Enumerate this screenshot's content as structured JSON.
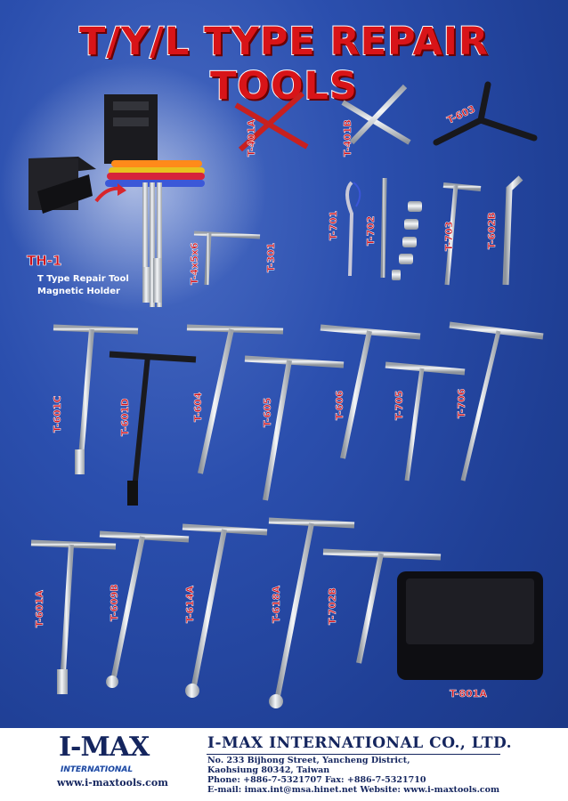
{
  "title": "T/Y/L TYPE REPAIR TOOLS",
  "holder": {
    "code": "TH-1",
    "line1": "T  Type Repair Tool",
    "line2": "Magnetic Holder"
  },
  "products": {
    "t401a": "T-401A",
    "t401b": "T-401B",
    "t603": "T-603",
    "t4x5x6": "T-4x5x6",
    "t301": "T-301",
    "t701": "T-701",
    "t702": "T-702",
    "t703": "T-703",
    "t602b": "T-602B",
    "t601c": "T-601C",
    "t601d": "T-601D",
    "t604": "T-604",
    "t605": "T-605",
    "t606": "T-606",
    "t705": "T-705",
    "t706": "T-706",
    "t601a": "T-601A",
    "t609b": "T-609B",
    "t614a": "T-614A",
    "t618a": "T-618A",
    "t702b": "T-702B",
    "t801a": "T-801A"
  },
  "company": {
    "logo": "I-MAX",
    "logo_sub": "INTERNATIONAL",
    "logo_web": "www.i-maxtools.com",
    "name": "I-MAX INTERNATIONAL CO., LTD.",
    "address1": "No. 233 Bijhong Street, Yancheng District,",
    "address2": "Kaohsiung 80342, Taiwan",
    "phone": "Phone: +886-7-5321707   Fax: +886-7-5321710",
    "email": "E-mail: imax.int@msa.hinet.net    Website: www.i-maxtools.com"
  },
  "colors": {
    "background": "#2449a8",
    "title_red": "#d81418",
    "label_red": "#d0101a",
    "company_blue": "#14255e"
  }
}
